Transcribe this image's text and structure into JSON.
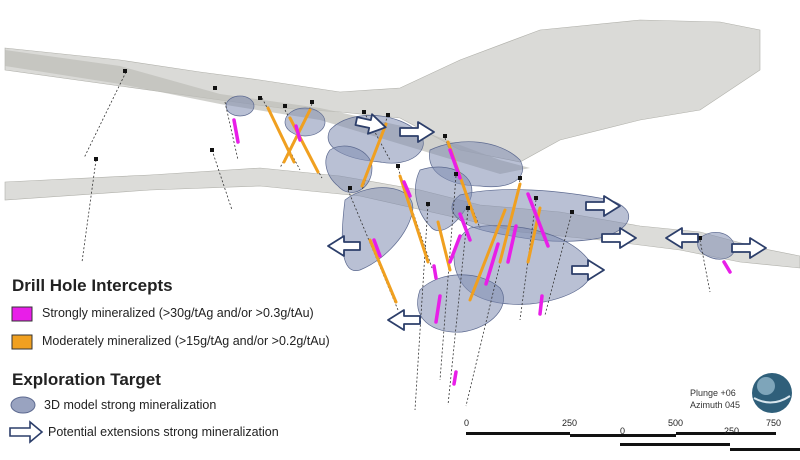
{
  "legend": {
    "intercepts_title": "Drill Hole Intercepts",
    "strong_label": "Strongly mineralized (>30g/tAg and/or >0.3g/tAu)",
    "moderate_label": "Moderately mineralized (>15g/tAg and/or >0.2g/tAu)",
    "target_title": "Exploration Target",
    "model_label": "3D model strong mineralization",
    "extension_label": "Potential extensions strong mineralization"
  },
  "view": {
    "plunge": "Plunge +06",
    "azimuth": "Azimuth 045"
  },
  "scale": {
    "ticks_top": [
      "0",
      "250",
      "500",
      "750"
    ],
    "ticks_bottom": [
      "0",
      "250"
    ]
  },
  "colors": {
    "strong": "#e81ee8",
    "moderate": "#f0a020",
    "model": "#7f8cb0",
    "surface": "#cfcfcb",
    "arrow": "#2c3e6a"
  }
}
